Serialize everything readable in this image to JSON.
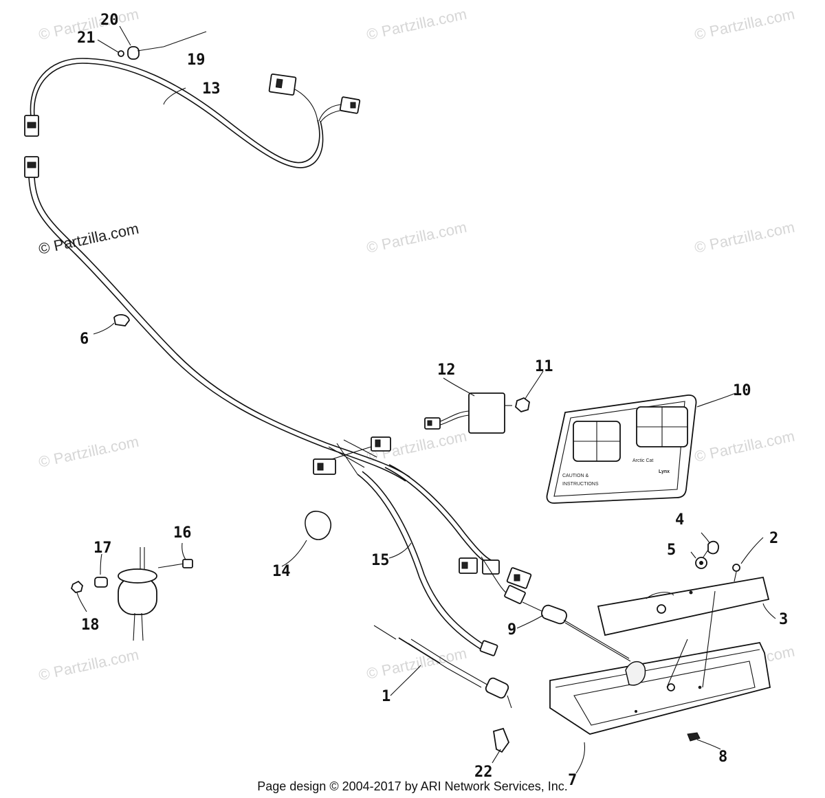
{
  "watermarks": [
    "© Partzilla.com",
    "© Partzilla.com",
    "© Partzilla.com",
    "© Partzilla.com",
    "© Partzilla.com",
    "© Partzilla.com",
    "© Partzilla.com",
    "© Partzilla.com",
    "© Partzilla.com",
    "© Partzilla.com",
    "© Partzilla.com",
    "© Partzilla.com"
  ],
  "callouts": [
    "1",
    "2",
    "3",
    "4",
    "5",
    "6",
    "7",
    "8",
    "9",
    "10",
    "11",
    "12",
    "13",
    "14",
    "15",
    "16",
    "17",
    "18",
    "19",
    "20",
    "21",
    "22"
  ],
  "footer": {
    "credit": "Page design © 2004-2017 by ARI Network Services, Inc."
  },
  "decal": {
    "brand": "Arctic Cat",
    "logo": "Lynx",
    "left_caption_1": "CAUTION &",
    "left_caption_2": "INSTRUCTIONS"
  },
  "colors": {
    "ink": "#111111",
    "watermark": "#d6d6d6",
    "background": "#ffffff"
  }
}
